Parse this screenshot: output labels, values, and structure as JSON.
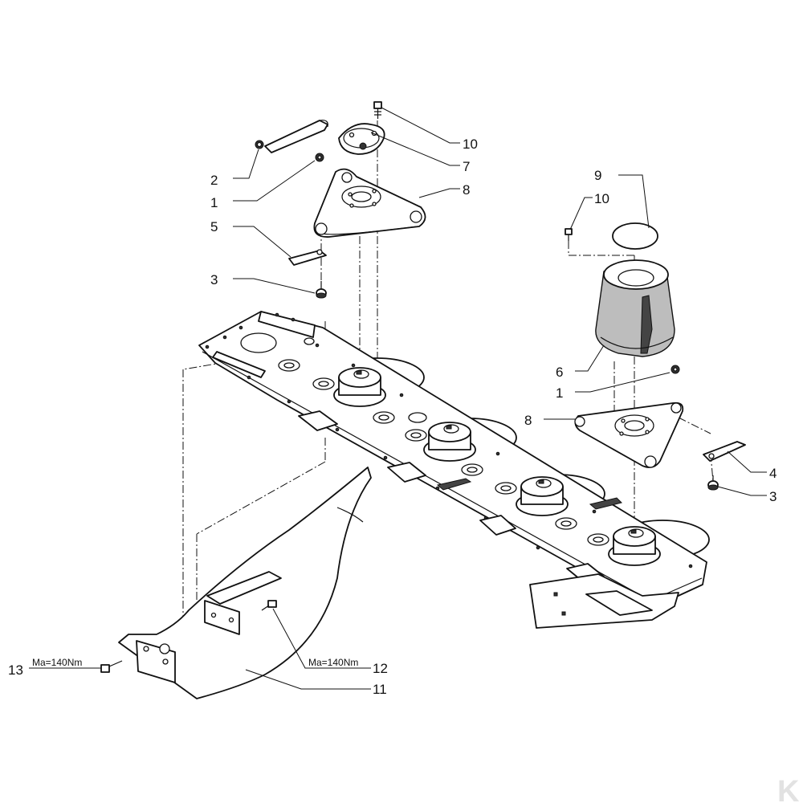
{
  "labels": {
    "p2": "2",
    "p1_top": "1",
    "p5": "5",
    "p3_left": "3",
    "p10_top": "10",
    "p7": "7",
    "p8_top": "8",
    "p9": "9",
    "p10_right": "10",
    "p6": "6",
    "p1_right": "1",
    "p8_right": "8",
    "p4": "4",
    "p3_right": "3",
    "p13": "13",
    "p12": "12",
    "p11": "11"
  },
  "torque": {
    "left": "Ma=140Nm",
    "right": "Ma=140Nm"
  },
  "watermark": {
    "letter": "K"
  },
  "colors": {
    "line": "#111111",
    "background": "#ffffff",
    "watermark": "#e2e2e2"
  }
}
